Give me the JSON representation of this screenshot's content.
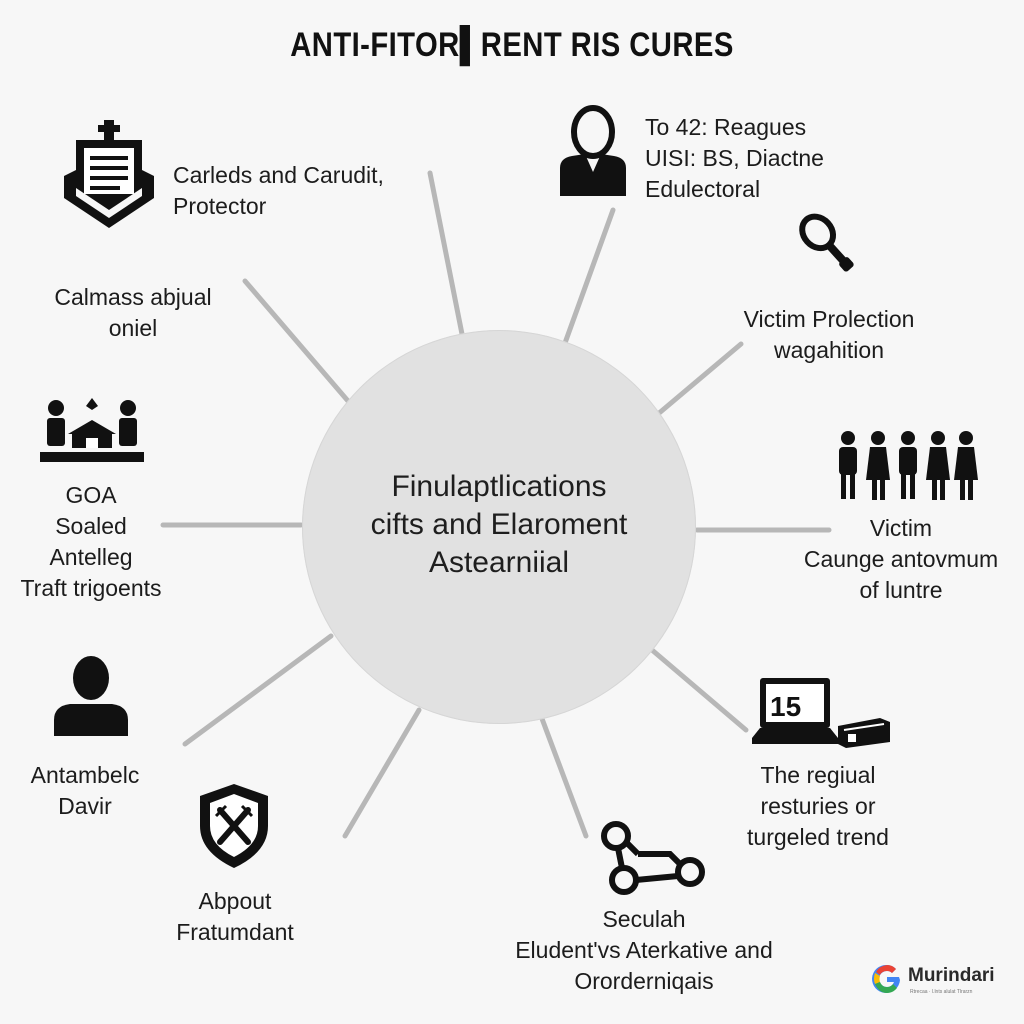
{
  "title": "ANTI-FITOR▌RENT RIS CURES",
  "hub": {
    "lines": [
      "Finulaptlications",
      "cifts and Elaroment",
      "Astearniial"
    ]
  },
  "nodes": [
    {
      "id": "carleds",
      "icon": "shield-document-icon",
      "lines": [
        "Carleds and Carudit,",
        "Protector"
      ]
    },
    {
      "id": "to42",
      "icon": "person-icon",
      "lines": [
        "To 42: Reagues",
        "UISI: BS, Diactne",
        "Edulectoral"
      ]
    },
    {
      "id": "calmass",
      "icon": "",
      "lines": [
        "Calmass abjual",
        "oniel"
      ]
    },
    {
      "id": "victim-prolection",
      "icon": "key-icon",
      "lines": [
        "Victim Prolection",
        "wagahition"
      ]
    },
    {
      "id": "goa",
      "icon": "group-building-icon",
      "lines": [
        "GOA",
        "Soaled",
        "Antelleg",
        "Traft trigoents"
      ]
    },
    {
      "id": "victim-caunge",
      "icon": "people-row-icon",
      "lines": [
        "Victim",
        "Caunge antovmum",
        "of luntre"
      ]
    },
    {
      "id": "antambelc",
      "icon": "person-bust-icon",
      "lines": [
        "Antambelc",
        "Davir"
      ]
    },
    {
      "id": "the-regiual",
      "icon": "laptop-icon",
      "icon_text": "15",
      "lines": [
        "The regiual",
        "resturies or",
        "turgeled trend"
      ]
    },
    {
      "id": "abpout",
      "icon": "shield-swords-icon",
      "lines": [
        "Abpout",
        "Fratumdant"
      ]
    },
    {
      "id": "seculah",
      "icon": "connected-nodes-icon",
      "lines": [
        "Seculah",
        "Eludent'vs Aterkative and",
        "Ororderniqais"
      ]
    }
  ],
  "brand": {
    "name": "Murindari",
    "tagline": "Rtrecaa · l.lnts alulat Tlrarzn",
    "logo_icon": "g-logo-icon",
    "colors": {
      "red": "#ea4335",
      "yellow": "#fbbc05",
      "green": "#34a853",
      "blue": "#4285f4"
    }
  },
  "colors": {
    "background": "#f7f7f7",
    "hub": "#e1e1e1",
    "spoke": "#b7b7b7",
    "icon": "#111111"
  }
}
